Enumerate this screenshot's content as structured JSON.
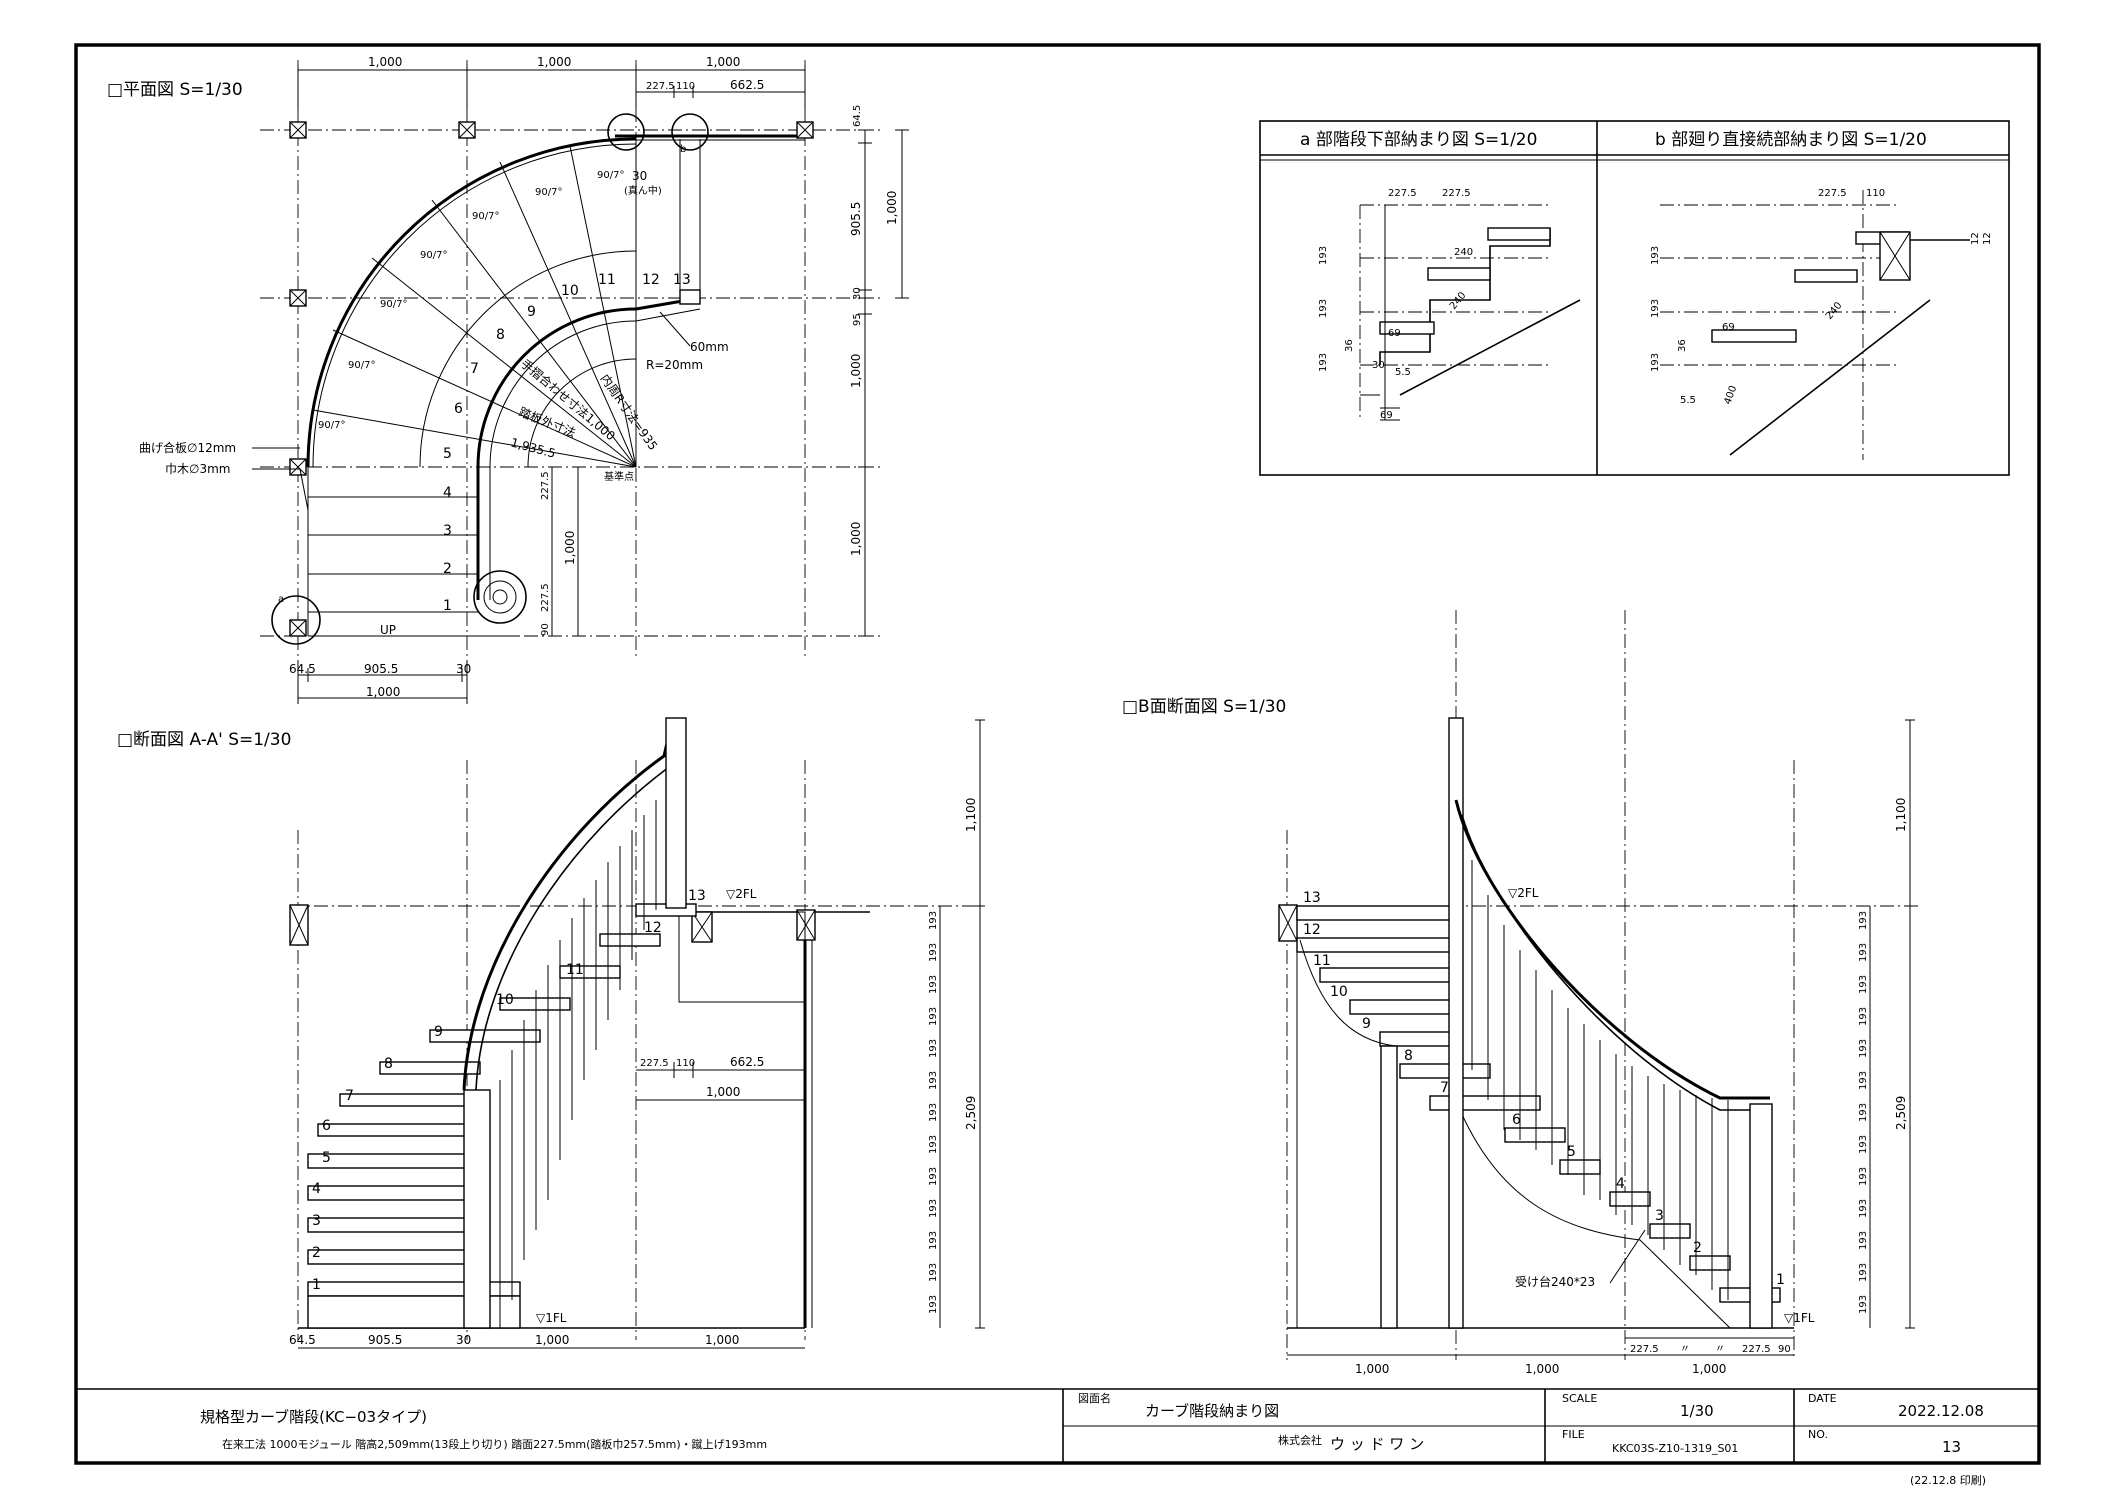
{
  "views": {
    "plan_title": "□平面図 S=1/30",
    "section_a_title": "□断面図 A-A' S=1/30",
    "section_b_title": "□B面断面図 S=1/30",
    "detail_a_title": "a 部階段下部納まり図 S=1/20",
    "detail_b_title": "b 部廻り直接続部納まり図 S=1/20"
  },
  "plan": {
    "top_dims": [
      "1,000",
      "1,000",
      "1,000"
    ],
    "top_sub_dims": [
      "227.5",
      "110",
      "662.5"
    ],
    "right_dims": [
      "64.5",
      "905.5",
      "30",
      "95",
      "1,000",
      "1,000"
    ],
    "right_dim_1000": "1,000",
    "inner_dims": [
      "227.5",
      "227.5",
      "90",
      "1,000"
    ],
    "bottom_dims": [
      "64.5",
      "905.5",
      "30",
      "1,000"
    ],
    "angle_labels": [
      "90/7°",
      "90/7°",
      "90/7°",
      "90/7°",
      "90/7°",
      "90/7°",
      "90/7°"
    ],
    "steps": [
      "1",
      "2",
      "3",
      "4",
      "5",
      "6",
      "7",
      "8",
      "9",
      "10",
      "11",
      "12",
      "13"
    ],
    "up_label": "UP",
    "label_bent_plywood": "曲げ合板∅12mm",
    "label_edge_wood": "巾木∅3mm",
    "label_radius": "R=20mm",
    "label_60mm": "60mm",
    "label_30": "30",
    "label_30_note": "(真ん中)",
    "label_inner_r": "内周R寸法=935",
    "label_handrail_r": "手摺合わせ寸法1,000",
    "label_tread_outer": "踏板外寸法",
    "label_tread_outer_value": "1,935.5",
    "label_base_point": "基準点",
    "marker_a": "a",
    "marker_b": "b"
  },
  "detail_a": {
    "dims": [
      "227.5",
      "227.5",
      "240",
      "240",
      "193",
      "193",
      "193",
      "36",
      "69",
      "30",
      "5.5",
      "69"
    ]
  },
  "detail_b": {
    "dims": [
      "227.5",
      "110",
      "240",
      "193",
      "193",
      "193",
      "36",
      "69",
      "5.5",
      "400",
      "12",
      "12"
    ]
  },
  "section_a": {
    "steps": [
      "1",
      "2",
      "3",
      "4",
      "5",
      "6",
      "7",
      "8",
      "9",
      "10",
      "11",
      "12",
      "13"
    ],
    "fl2": "▽2FL",
    "fl1": "▽1FL",
    "bottom_dims": [
      "64.5",
      "905.5",
      "30",
      "1,000",
      "1,000"
    ],
    "inner_dims": [
      "227.5",
      "110",
      "662.5",
      "1,000"
    ],
    "riser_dims": [
      "193",
      "193",
      "193",
      "193",
      "193",
      "193",
      "193",
      "193",
      "193",
      "193",
      "193",
      "193",
      "193"
    ],
    "total_height": "2,509",
    "handrail_height": "1,100"
  },
  "section_b": {
    "steps": [
      "1",
      "2",
      "3",
      "4",
      "5",
      "6",
      "7",
      "8",
      "9",
      "10",
      "11",
      "12",
      "13"
    ],
    "fl2": "▽2FL",
    "fl1": "▽1FL",
    "bottom_dims": [
      "1,000",
      "1,000",
      "1,000"
    ],
    "bottom_sub_dims": [
      "227.5",
      "〃",
      "〃",
      "227.5",
      "90"
    ],
    "riser_dims": [
      "193",
      "193",
      "193",
      "193",
      "193",
      "193",
      "193",
      "193",
      "193",
      "193",
      "193",
      "193",
      "193"
    ],
    "total_height": "2,509",
    "handrail_height": "1,100",
    "support_label": "受け台240*23"
  },
  "title_block": {
    "product_name": "規格型カーブ階段(KC−03タイプ)",
    "spec_line": "在来工法 1000モジュール 階高2,509mm(13段上り切り) 踏面227.5mm(踏板巾257.5mm)・蹴上げ193mm",
    "drawing_name_label": "図面名",
    "drawing_name": "カーブ階段納まり図",
    "company_label": "株式会社",
    "company": "ウ ッ ド ワ ン",
    "scale_label": "SCALE",
    "scale": "1/30",
    "date_label": "DATE",
    "date": "2022.12.08",
    "file_label": "FILE",
    "file": "KKC03S-Z10-1319_S01",
    "no_label": "NO.",
    "no": "13",
    "print_note": "(22.12.8 印刷)"
  }
}
